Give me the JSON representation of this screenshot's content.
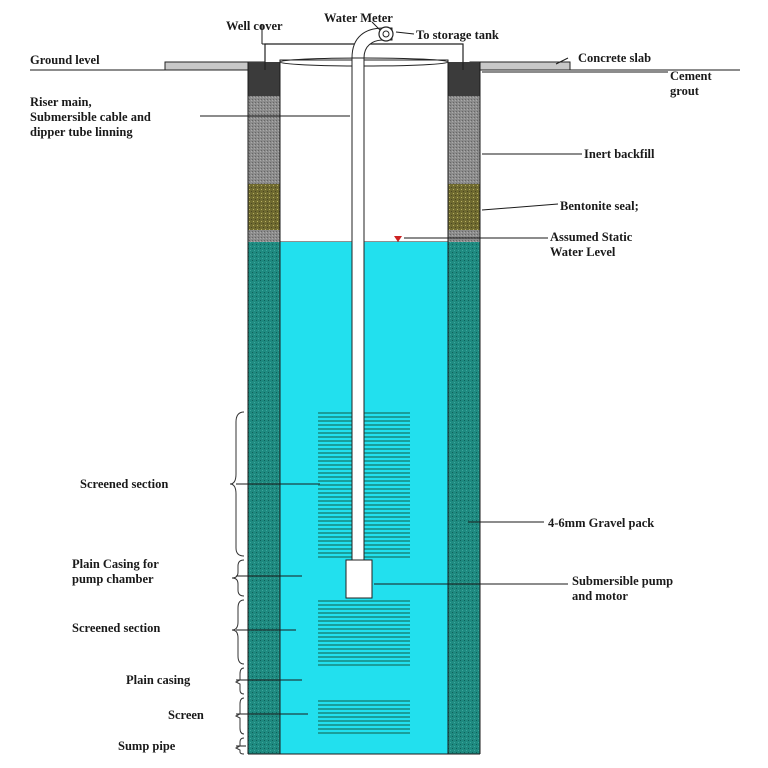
{
  "labels": {
    "well_cover": "Well cover",
    "water_meter": "Water Meter",
    "to_storage_tank": "To storage tank",
    "ground_level": "Ground level",
    "concrete_slab": "Concrete slab",
    "cement_grout_1": "Cement",
    "cement_grout_2": "grout",
    "riser_1": "Riser main,",
    "riser_2": "Submersible cable and",
    "riser_3": "dipper tube linning",
    "inert_backfill": "Inert backfill",
    "bentonite_seal": "Bentonite seal;",
    "static_water_1": "Assumed Static",
    "static_water_2": "Water Level",
    "screened_section_upper": "Screened section",
    "gravel_pack": "4-6mm Gravel pack",
    "plain_casing_pump_1": "Plain Casing  for",
    "plain_casing_pump_2": "pump chamber",
    "submersible_pump_1": "Submersible pump",
    "submersible_pump_2": "and motor",
    "screened_section_lower": "Screened section",
    "plain_casing": "Plain casing",
    "screen": "Screen",
    "sump_pipe": "Sump pipe"
  },
  "colors": {
    "water": "#22e0ee",
    "gravel_pack": "#1f8a80",
    "inert_backfill": "#8c8c8c",
    "bentonite": "#6f6a30",
    "cement_grout": "#3b3b3b",
    "screen_stripe": "#1a9e9a",
    "indicator": "#cc2222"
  }
}
